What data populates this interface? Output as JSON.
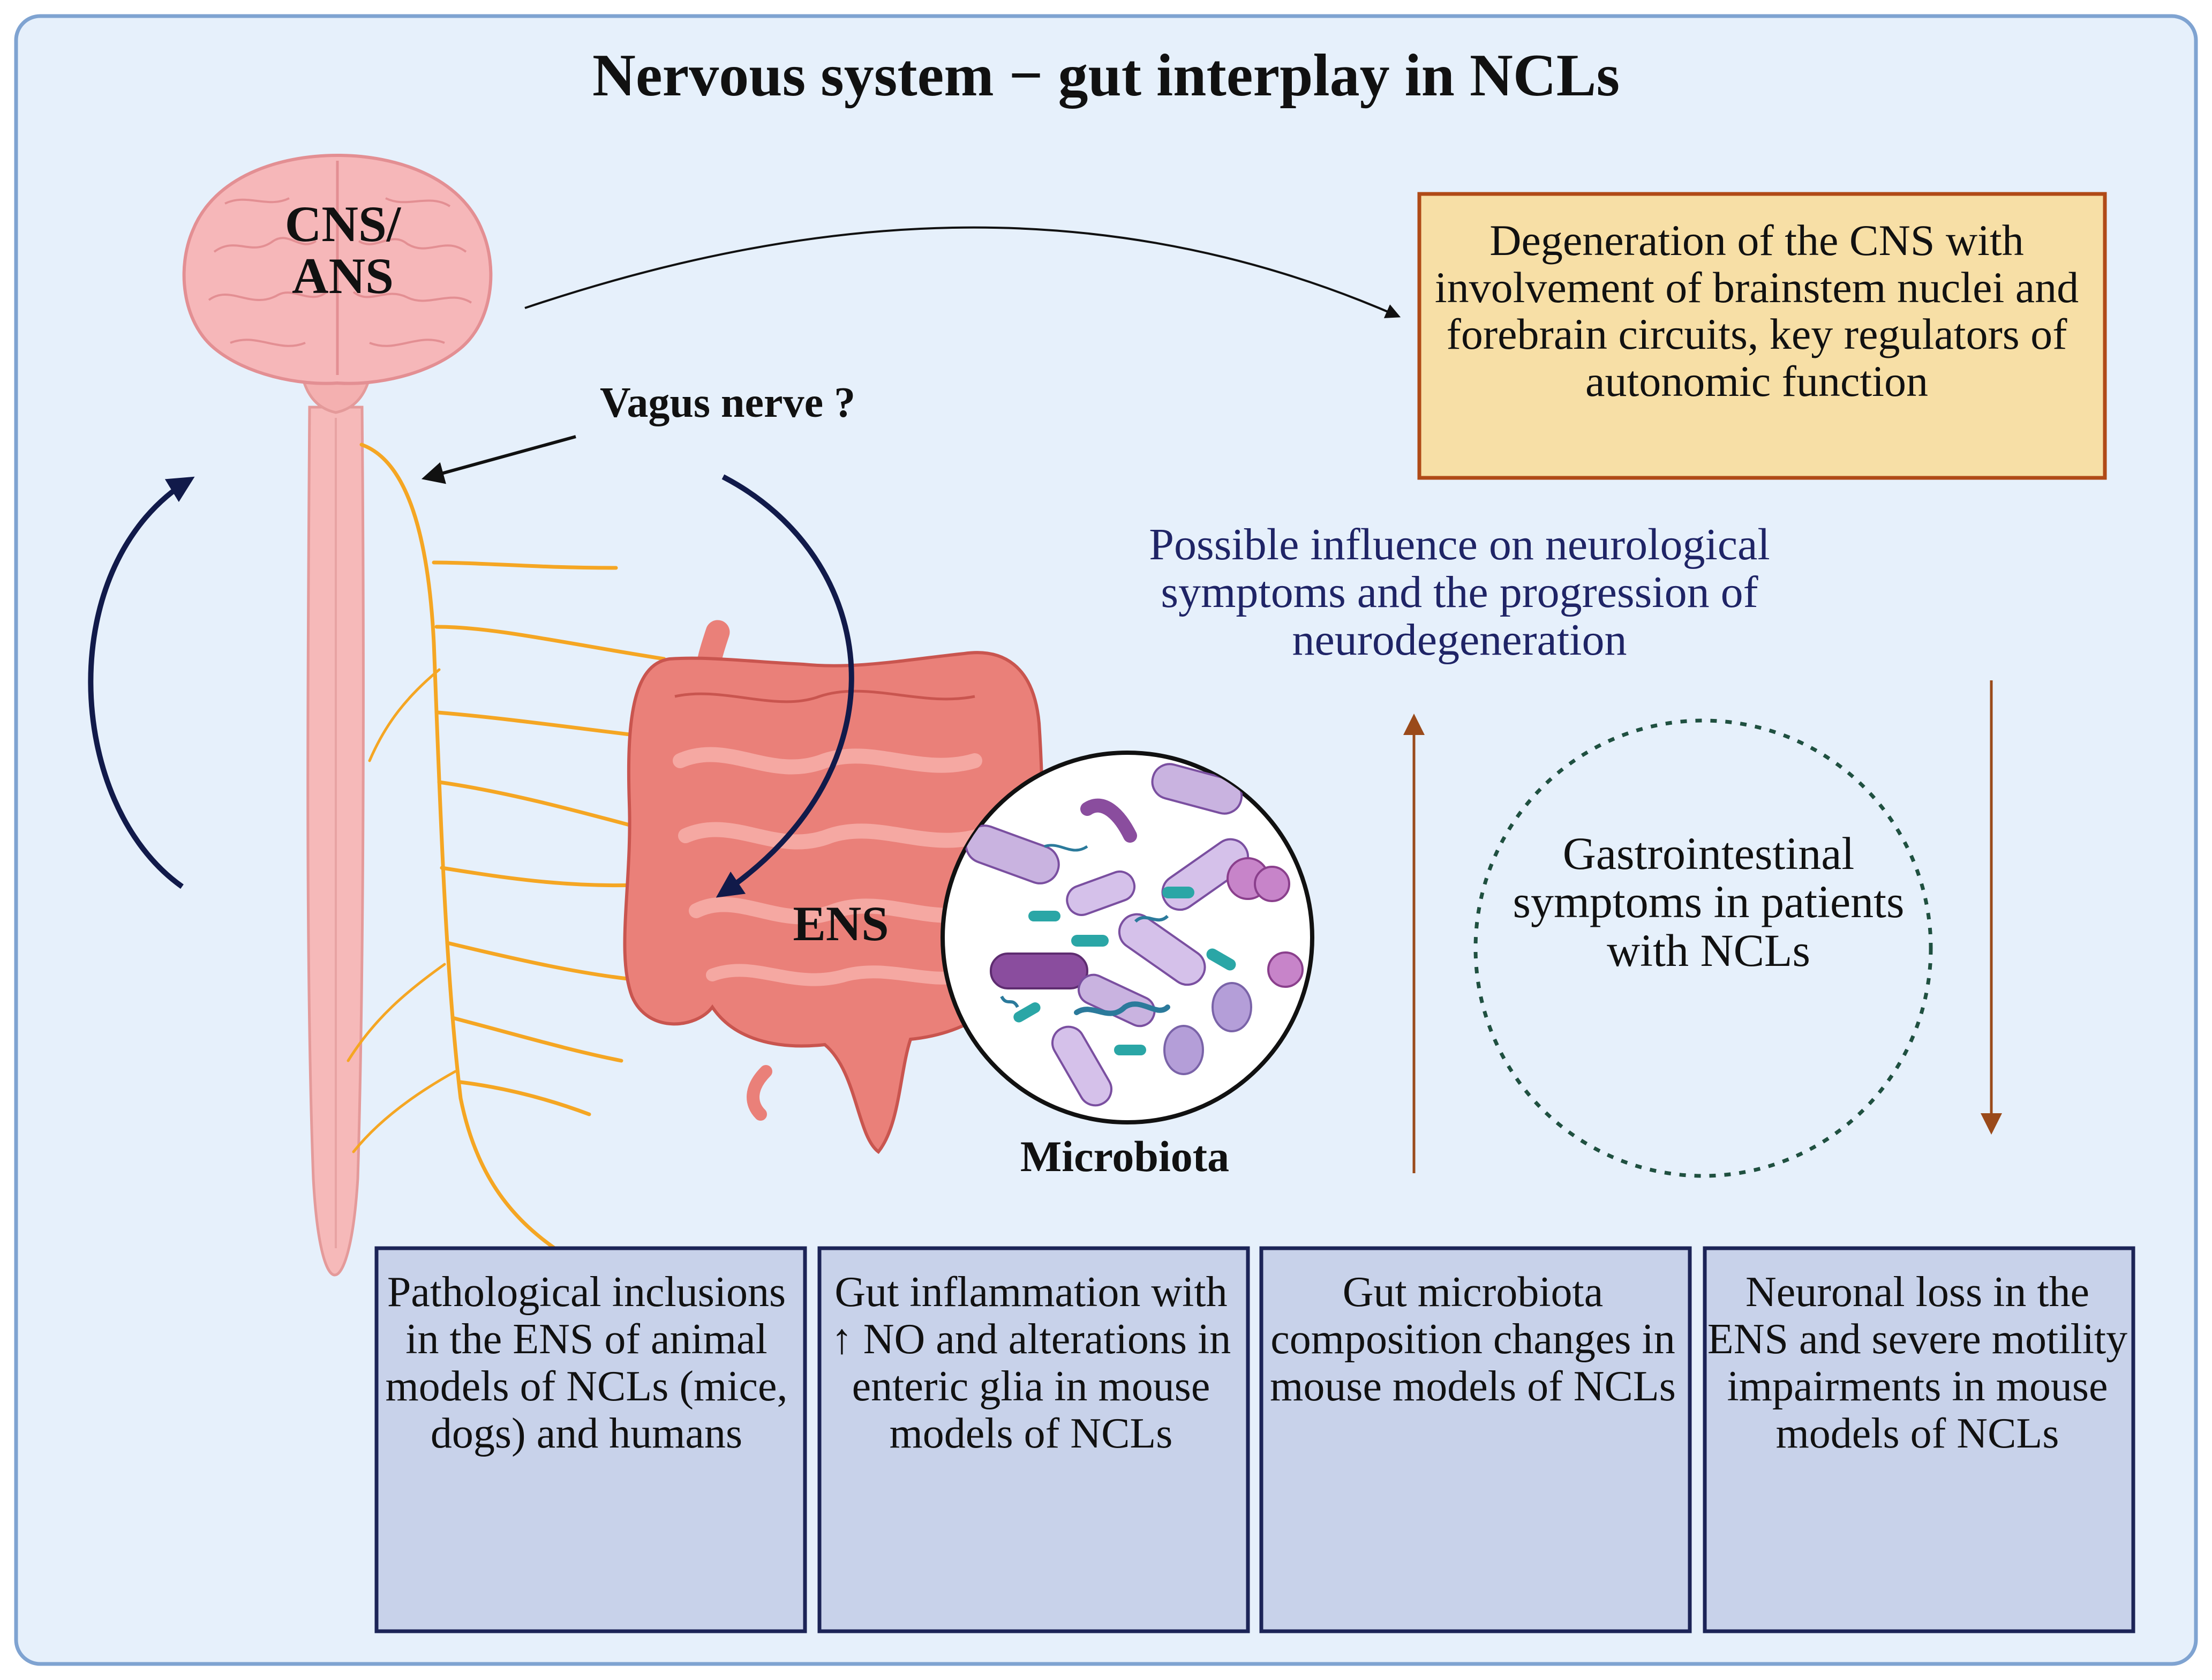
{
  "title": "Nervous system − gut interplay in NCLs",
  "labels": {
    "cns": "CNS/ ANS",
    "vagus": "Vagus nerve ?",
    "ens": "ENS",
    "microbiota": "Microbiota"
  },
  "degeneration_box": "Degeneration of the CNS with involvement of brainstem nuclei and forebrain circuits, key regulators of autonomic function",
  "influence_text": "Possible influence on neurological symptoms and the progression of neurodegeneration",
  "gi_symptoms": "Gastrointestinal symptoms in patients with NCLs",
  "bottom_boxes": [
    "Pathological inclusions in the ENS of animal models of NCLs (mice, dogs) and humans",
    "Gut inflammation with ↑ NO and alterations in enteric glia in mouse models of NCLs",
    "Gut microbiota composition changes in mouse models of NCLs",
    "Neuronal loss in the ENS and severe motility impairments in mouse models of NCLs"
  ],
  "colors": {
    "background": "#e6f0fb",
    "frame": "#7fa3d1",
    "degeneration_fill": "#f7dfa6",
    "degeneration_border": "#b04a17",
    "bottom_box_fill": "#c8d2ea",
    "bottom_box_border": "#1c2457",
    "navy_arrow": "#111a4a",
    "brown_arrow": "#9a4a1a",
    "dotted_circle": "#1f5040",
    "brain": "#f6b7b9",
    "nerve": "#f5a623",
    "intestine": "#ea8079"
  },
  "icons": [
    "brain-icon",
    "spinal-cord-icon",
    "nerve-fibers-icon",
    "intestine-icon",
    "bacteria-icon"
  ]
}
